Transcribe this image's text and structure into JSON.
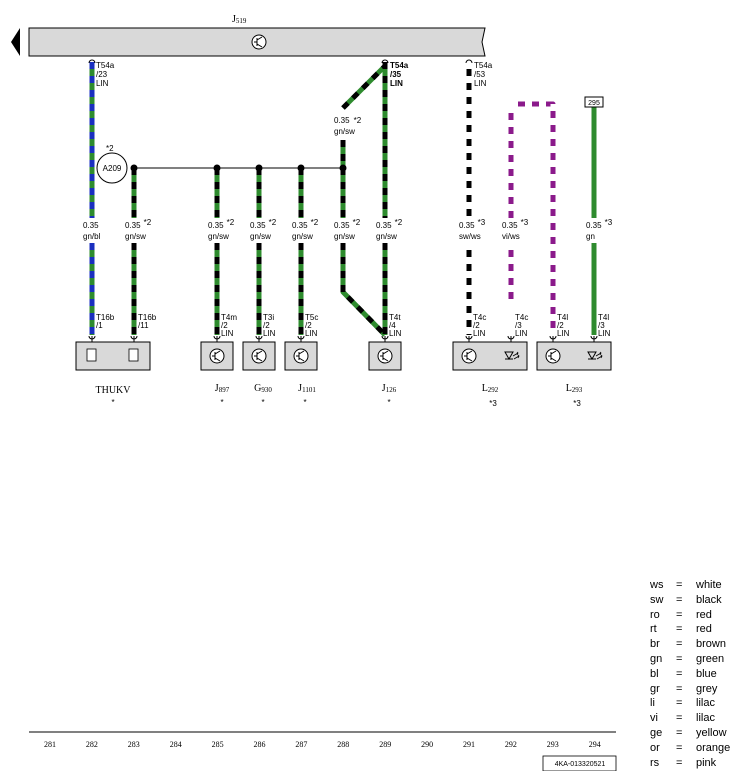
{
  "bus_unit": {
    "name": "J",
    "sub": "519"
  },
  "top_connectors": [
    {
      "id": "t54a-23",
      "pin_lines": [
        "T54a",
        "/23",
        "LIN"
      ]
    },
    {
      "id": "t54a-35",
      "pin_lines": [
        "T54a",
        "/35",
        "LIN"
      ]
    },
    {
      "id": "t54a-53",
      "pin_lines": [
        "T54a",
        "/53",
        "LIN"
      ]
    }
  ],
  "splice_label": "A209",
  "splice_note": "*2",
  "ground_box": "295",
  "wires": [
    {
      "id": "w282",
      "size": "0.35",
      "color_code": "gn/bl",
      "note": "",
      "colors": [
        "#2e8b2e",
        "#1a2fbf"
      ]
    },
    {
      "id": "w283",
      "size": "0.35",
      "color_code": "gn/sw",
      "note": "*2",
      "colors": [
        "#2e8b2e",
        "#000000"
      ]
    },
    {
      "id": "w285",
      "size": "0.35",
      "color_code": "gn/sw",
      "note": "*2",
      "colors": [
        "#2e8b2e",
        "#000000"
      ]
    },
    {
      "id": "w286",
      "size": "0.35",
      "color_code": "gn/sw",
      "note": "*2",
      "colors": [
        "#2e8b2e",
        "#000000"
      ]
    },
    {
      "id": "w287",
      "size": "0.35",
      "color_code": "gn/sw",
      "note": "*2",
      "colors": [
        "#2e8b2e",
        "#000000"
      ]
    },
    {
      "id": "w288",
      "size": "0.35",
      "color_code": "gn/sw",
      "note": "*2",
      "colors": [
        "#2e8b2e",
        "#000000"
      ]
    },
    {
      "id": "w289",
      "size": "0.35",
      "color_code": "gn/sw",
      "note": "*2",
      "colors": [
        "#2e8b2e",
        "#000000"
      ]
    },
    {
      "id": "w291",
      "size": "0.35",
      "color_code": "sw/ws",
      "note": "*3",
      "colors": [
        "#000000",
        "#ffffff"
      ]
    },
    {
      "id": "w292",
      "size": "0.35",
      "color_code": "vi/ws",
      "note": "*3",
      "colors": [
        "#8b1a8b",
        "#ffffff"
      ]
    },
    {
      "id": "w294",
      "size": "0.35",
      "color_code": "gn",
      "note": "*3",
      "colors": [
        "#2e8b2e",
        "#2e8b2e"
      ]
    }
  ],
  "upper_wire": {
    "size": "0.35",
    "note": "*2",
    "color_code": "gn/sw"
  },
  "bottom_connectors": [
    {
      "id": "t16b-1",
      "pin_lines": [
        "T16b",
        "/1"
      ]
    },
    {
      "id": "t16b-11",
      "pin_lines": [
        "T16b",
        "/11"
      ]
    },
    {
      "id": "t4m-2",
      "pin_lines": [
        "T4m",
        "/2",
        "LIN"
      ]
    },
    {
      "id": "t3i-2",
      "pin_lines": [
        "T3i",
        "/2",
        "LIN"
      ]
    },
    {
      "id": "t5c-2",
      "pin_lines": [
        "T5c",
        "/2",
        "LIN"
      ]
    },
    {
      "id": "t4t-4",
      "pin_lines": [
        "T4t",
        "/4",
        "LIN"
      ]
    },
    {
      "id": "t4c-2",
      "pin_lines": [
        "T4c",
        "/2",
        "LIN"
      ]
    },
    {
      "id": "t4c-3",
      "pin_lines": [
        "T4c",
        "/3",
        "LIN"
      ]
    },
    {
      "id": "t4l-2",
      "pin_lines": [
        "T4l",
        "/2",
        "LIN"
      ]
    },
    {
      "id": "t4l-3",
      "pin_lines": [
        "T4l",
        "/3",
        "LIN"
      ]
    }
  ],
  "components": [
    {
      "id": "thukv",
      "name": "THUKV",
      "sub": "",
      "note": "*"
    },
    {
      "id": "j897",
      "name": "J",
      "sub": "897",
      "note": "*"
    },
    {
      "id": "g930",
      "name": "G",
      "sub": "930",
      "note": "*"
    },
    {
      "id": "j1101",
      "name": "J",
      "sub": "1101",
      "note": "*"
    },
    {
      "id": "j126",
      "name": "J",
      "sub": "126",
      "note": "*"
    },
    {
      "id": "l292",
      "name": "L",
      "sub": "292",
      "note": "*3"
    },
    {
      "id": "l293",
      "name": "L",
      "sub": "293",
      "note": "*3"
    }
  ],
  "column_numbers": [
    "281",
    "282",
    "283",
    "284",
    "285",
    "286",
    "287",
    "288",
    "289",
    "290",
    "291",
    "292",
    "293",
    "294"
  ],
  "doc_id": "4KA-013320521",
  "legend": [
    {
      "code": "ws",
      "name": "white"
    },
    {
      "code": "sw",
      "name": "black"
    },
    {
      "code": "ro",
      "name": "red"
    },
    {
      "code": "rt",
      "name": "red"
    },
    {
      "code": "br",
      "name": "brown"
    },
    {
      "code": "gn",
      "name": "green"
    },
    {
      "code": "bl",
      "name": "blue"
    },
    {
      "code": "gr",
      "name": "grey"
    },
    {
      "code": "li",
      "name": "lilac"
    },
    {
      "code": "vi",
      "name": "lilac"
    },
    {
      "code": "ge",
      "name": "yellow"
    },
    {
      "code": "or",
      "name": "orange"
    },
    {
      "code": "rs",
      "name": "pink"
    }
  ],
  "legend_eq": "="
}
